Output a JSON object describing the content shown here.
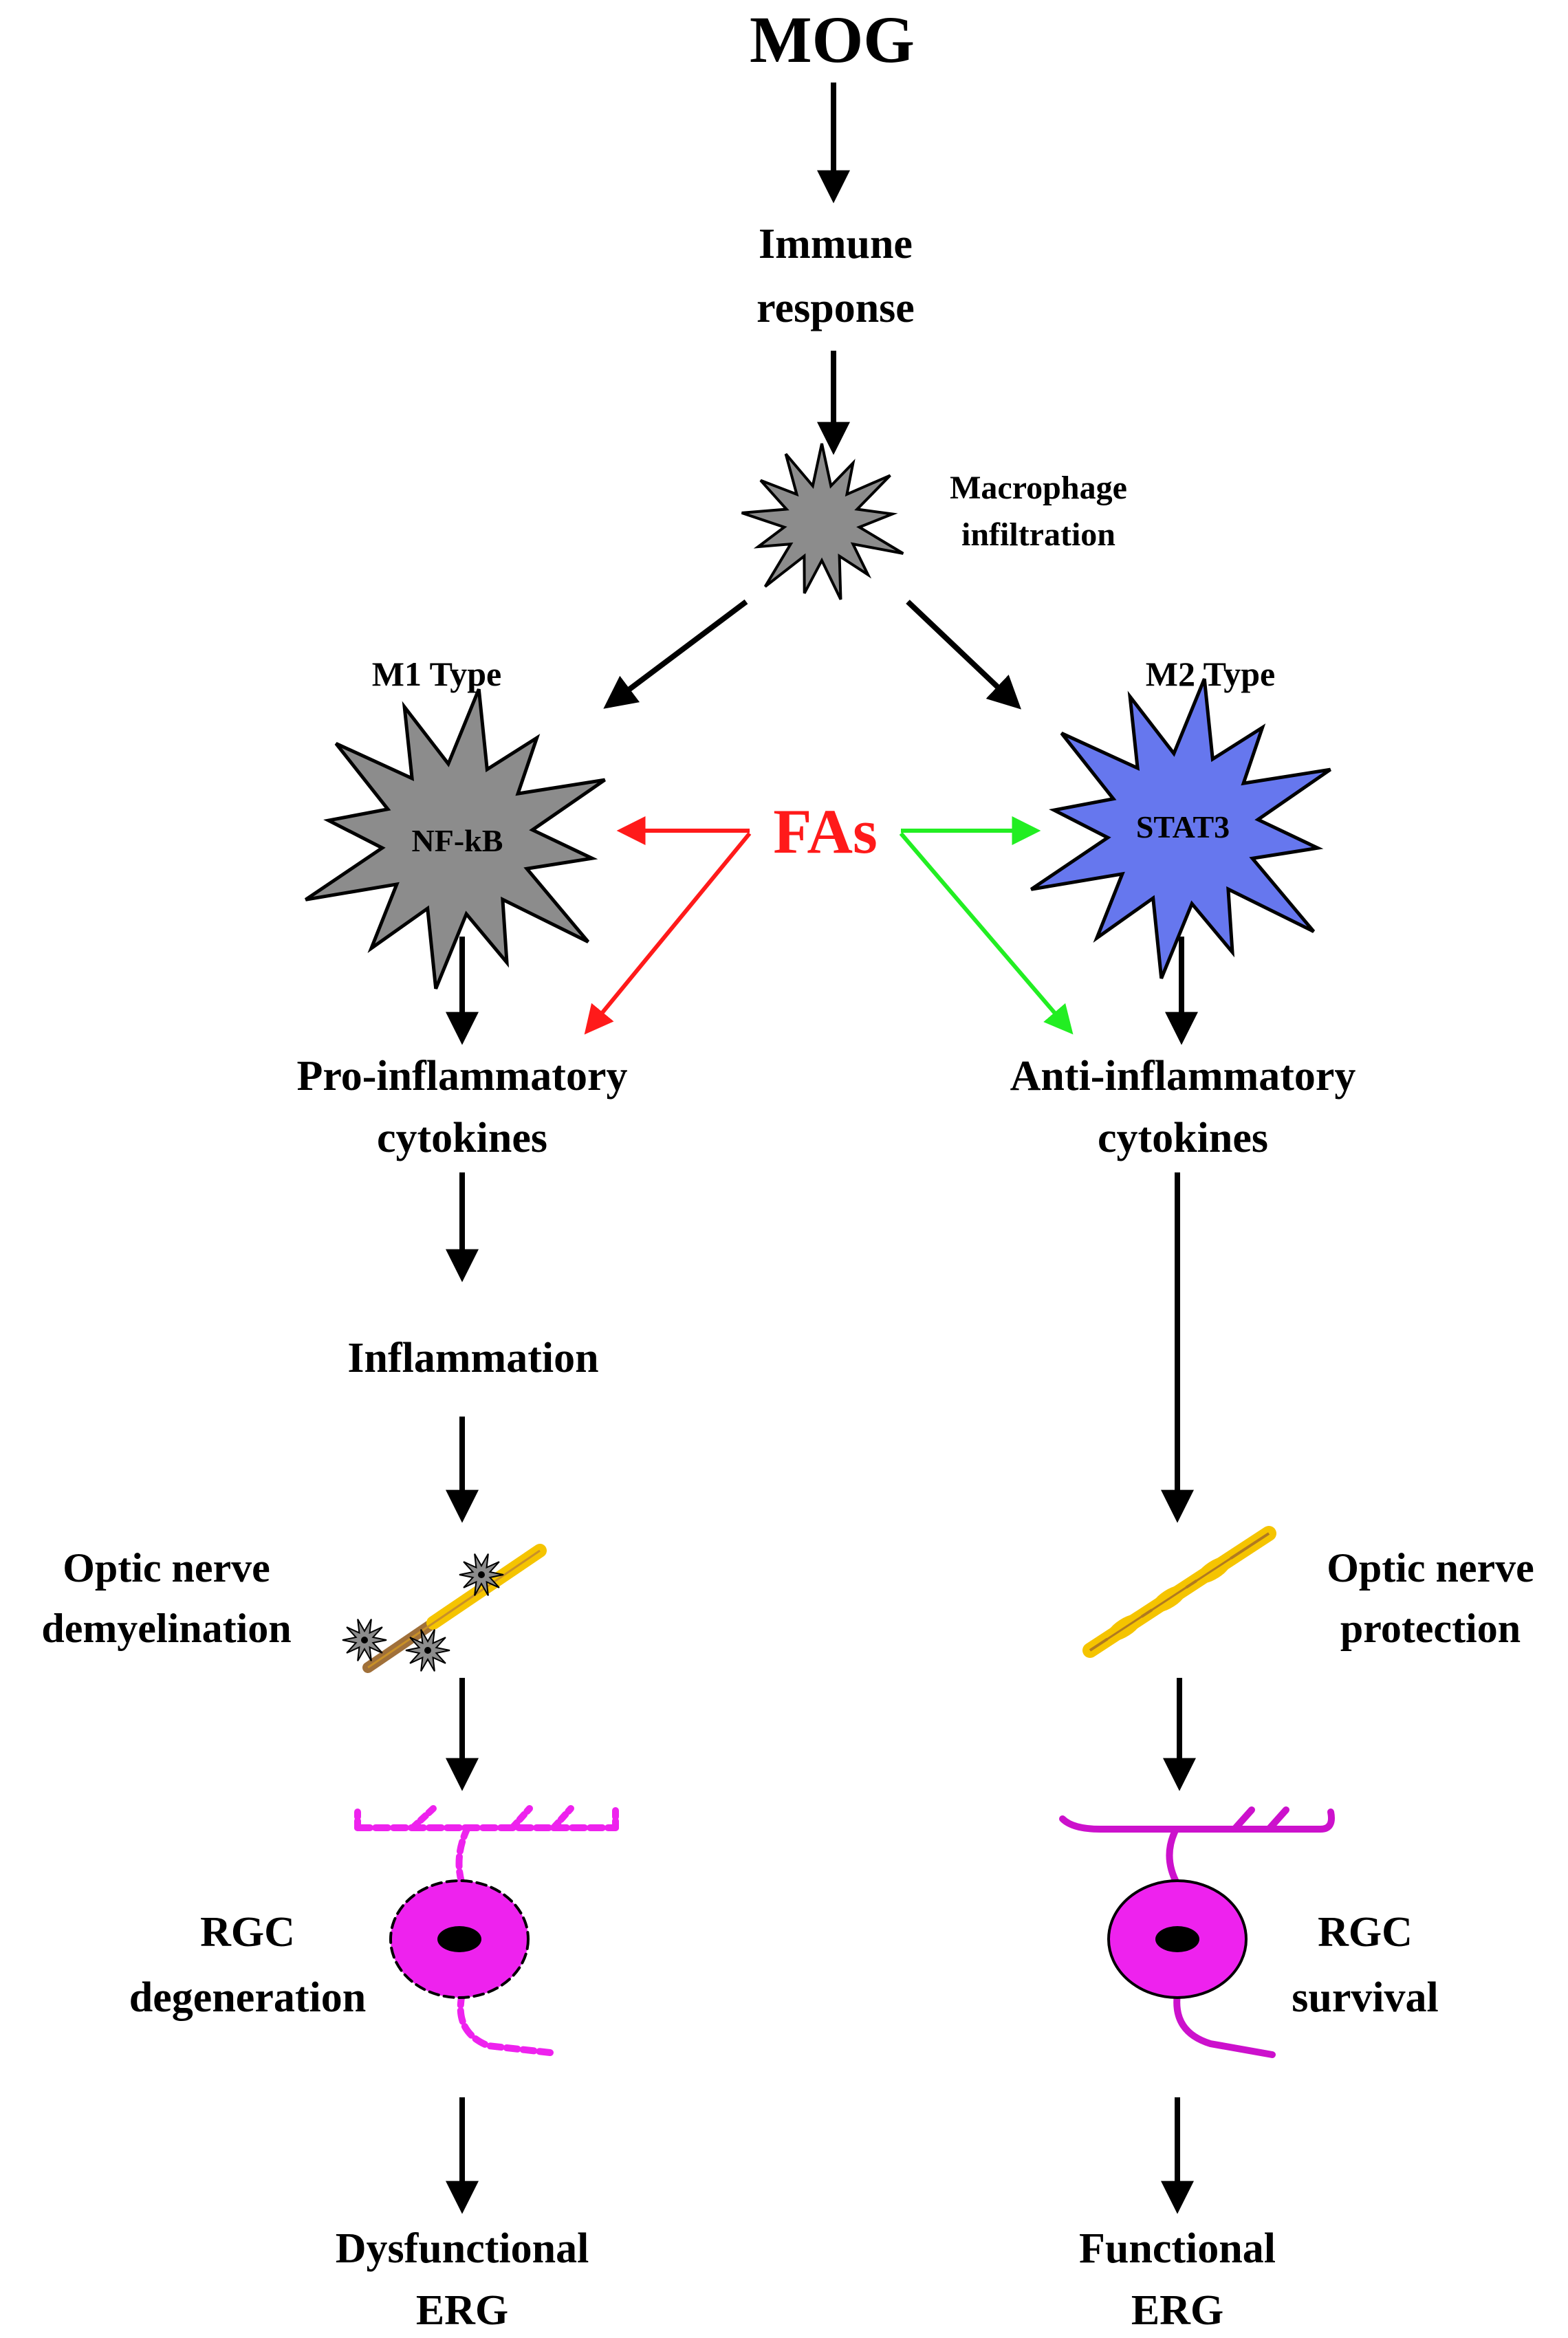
{
  "title": "MOG",
  "nodes": {
    "immune_line1": "Immune",
    "immune_line2": "response",
    "macrophage_line1": "Macrophage",
    "macrophage_line2": "infiltration",
    "m1_type": "M1 Type",
    "m2_type": "M2 Type",
    "m1_marker": "NF-kB",
    "m2_marker": "STAT3",
    "fas": "FAs",
    "pro_line1": "Pro-inflammatory",
    "pro_line2": "cytokines",
    "anti_line1": "Anti-inflammatory",
    "anti_line2": "cytokines",
    "inflammation": "Inflammation",
    "optic_left_line1": "Optic nerve",
    "optic_left_line2": "demyelination",
    "optic_right_line1": "Optic nerve",
    "optic_right_line2": "protection",
    "rgc_left_line1": "RGC",
    "rgc_left_line2": "degeneration",
    "rgc_right_line1": "RGC",
    "rgc_right_line2": "survival",
    "erg_left_line1": "Dysfunctional",
    "erg_left_line2": "ERG",
    "erg_right_line1": "Functional",
    "erg_right_line2": "ERG"
  },
  "colors": {
    "inhibit": "#ff1a1a",
    "activate": "#22ee22",
    "m1_cell": "#8c8c8c",
    "m2_cell": "#6677ee",
    "neuron": "#ee22ee",
    "axon_myelin": "#f5c400",
    "axon_core": "#a0703a"
  }
}
